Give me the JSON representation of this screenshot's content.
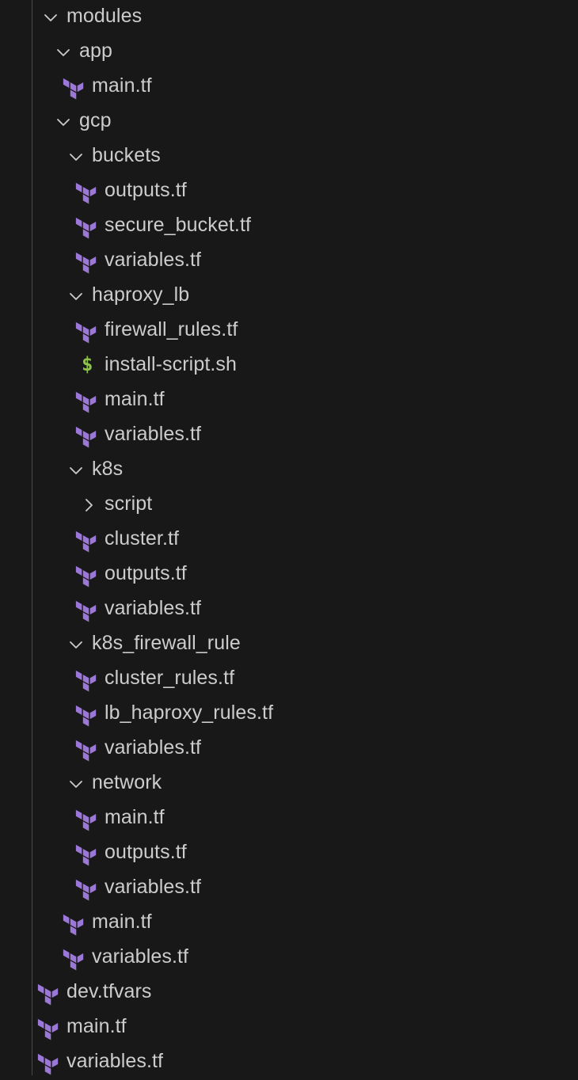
{
  "explorer": {
    "rows": [
      {
        "label": "modules",
        "type": "folder",
        "expanded": true,
        "depth": 0,
        "icon": "chevron-down-icon"
      },
      {
        "label": "app",
        "type": "folder",
        "expanded": true,
        "depth": 1,
        "icon": "chevron-down-icon"
      },
      {
        "label": "main.tf",
        "type": "file",
        "depth": 1,
        "icon": "terraform-icon"
      },
      {
        "label": "gcp",
        "type": "folder",
        "expanded": true,
        "depth": 1,
        "icon": "chevron-down-icon"
      },
      {
        "label": "buckets",
        "type": "folder",
        "expanded": true,
        "depth": 2,
        "icon": "chevron-down-icon"
      },
      {
        "label": "outputs.tf",
        "type": "file",
        "depth": 2,
        "icon": "terraform-icon"
      },
      {
        "label": "secure_bucket.tf",
        "type": "file",
        "depth": 2,
        "icon": "terraform-icon"
      },
      {
        "label": "variables.tf",
        "type": "file",
        "depth": 2,
        "icon": "terraform-icon"
      },
      {
        "label": "haproxy_lb",
        "type": "folder",
        "expanded": true,
        "depth": 2,
        "icon": "chevron-down-icon"
      },
      {
        "label": "firewall_rules.tf",
        "type": "file",
        "depth": 2,
        "icon": "terraform-icon"
      },
      {
        "label": "install-script.sh",
        "type": "file",
        "depth": 2,
        "icon": "shell-script-icon"
      },
      {
        "label": "main.tf",
        "type": "file",
        "depth": 2,
        "icon": "terraform-icon"
      },
      {
        "label": "variables.tf",
        "type": "file",
        "depth": 2,
        "icon": "terraform-icon"
      },
      {
        "label": "k8s",
        "type": "folder",
        "expanded": true,
        "depth": 2,
        "icon": "chevron-down-icon"
      },
      {
        "label": "script",
        "type": "folder",
        "expanded": false,
        "depth": 3,
        "icon": "chevron-right-icon"
      },
      {
        "label": "cluster.tf",
        "type": "file",
        "depth": 2,
        "icon": "terraform-icon"
      },
      {
        "label": "outputs.tf",
        "type": "file",
        "depth": 2,
        "icon": "terraform-icon"
      },
      {
        "label": "variables.tf",
        "type": "file",
        "depth": 2,
        "icon": "terraform-icon"
      },
      {
        "label": "k8s_firewall_rule",
        "type": "folder",
        "expanded": true,
        "depth": 2,
        "icon": "chevron-down-icon"
      },
      {
        "label": "cluster_rules.tf",
        "type": "file",
        "depth": 2,
        "icon": "terraform-icon"
      },
      {
        "label": "lb_haproxy_rules.tf",
        "type": "file",
        "depth": 2,
        "icon": "terraform-icon"
      },
      {
        "label": "variables.tf",
        "type": "file",
        "depth": 2,
        "icon": "terraform-icon"
      },
      {
        "label": "network",
        "type": "folder",
        "expanded": true,
        "depth": 2,
        "icon": "chevron-down-icon"
      },
      {
        "label": "main.tf",
        "type": "file",
        "depth": 2,
        "icon": "terraform-icon"
      },
      {
        "label": "outputs.tf",
        "type": "file",
        "depth": 2,
        "icon": "terraform-icon"
      },
      {
        "label": "variables.tf",
        "type": "file",
        "depth": 2,
        "icon": "terraform-icon"
      },
      {
        "label": "main.tf",
        "type": "file",
        "depth": 1,
        "icon": "terraform-icon"
      },
      {
        "label": "variables.tf",
        "type": "file",
        "depth": 1,
        "icon": "terraform-icon"
      },
      {
        "label": "dev.tfvars",
        "type": "file",
        "depth": 0,
        "icon": "terraform-icon"
      },
      {
        "label": "main.tf",
        "type": "file",
        "depth": 0,
        "icon": "terraform-icon"
      },
      {
        "label": "variables.tf",
        "type": "file",
        "depth": 0,
        "icon": "terraform-icon"
      }
    ]
  },
  "colors": {
    "background": "#181818",
    "text": "#cccccc",
    "terraform": "#9b77d6",
    "shell": "#8dc149",
    "chevron": "#cccccc",
    "indent_guide": "#4a4a4a"
  }
}
